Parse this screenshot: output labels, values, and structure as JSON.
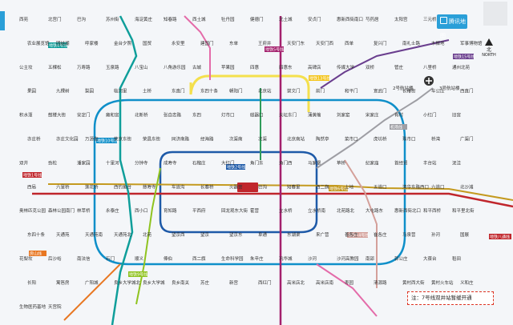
{
  "legend_button": {
    "label": "腾讯地图",
    "icon": "map-icon"
  },
  "north": {
    "label": "北",
    "sub": "NORTH",
    "icon": "compass-arrow-icon"
  },
  "note": "注：7号线双井站暂缓开通",
  "airport": {
    "icon": "airplane-icon",
    "terminals": [
      "2号航站楼",
      "3号航站楼"
    ]
  },
  "line_tags": [
    {
      "text": "地铁13号线",
      "color": "#f4c51c"
    },
    {
      "text": "地铁15号线",
      "color": "#6a3e8e"
    },
    {
      "text": "地铁5号线",
      "color": "#a3206d"
    },
    {
      "text": "地铁10号线",
      "color": "#0f8fc9"
    },
    {
      "text": "地铁1号线",
      "color": "#c0262c"
    },
    {
      "text": "地铁八通线",
      "color": "#c0262c"
    },
    {
      "text": "地铁4号线",
      "color": "#0f9e9a"
    },
    {
      "text": "地铁9号线",
      "color": "#8fc31f"
    },
    {
      "text": "地铁14号线",
      "color": "#d4a09a"
    },
    {
      "text": "地铁6号线",
      "color": "#c49a1f"
    },
    {
      "text": "地铁2号线",
      "color": "#1e5aa8"
    },
    {
      "text": "机场线",
      "color": "#9e9ea4"
    },
    {
      "text": "房山线",
      "color": "#e87722"
    }
  ],
  "stations": [
    "西苑",
    "北宫门",
    "巴沟",
    "苏州街",
    "海淀黄庄",
    "知春路",
    "西土城",
    "牡丹园",
    "健德门",
    "北土城",
    "安贞门",
    "惠新西街南口",
    "芍药居",
    "太阳宫",
    "三元桥",
    "亮马桥",
    "农业展览馆",
    "团结湖",
    "呼家楼",
    "金台夕照",
    "国贸",
    "永安里",
    "建国门",
    "东单",
    "王府井",
    "天安门东",
    "天安门西",
    "西单",
    "复兴门",
    "南礼士路",
    "木樨地",
    "军事博物馆",
    "公主坟",
    "五棵松",
    "万寿路",
    "玉泉路",
    "八宝山",
    "八角游乐园",
    "古城",
    "苹果园",
    "四惠",
    "四惠东",
    "高碑店",
    "传媒大学",
    "双桥",
    "管庄",
    "八里桥",
    "通州北苑",
    "果园",
    "九棵树",
    "梨园",
    "临河里",
    "土桥",
    "东直门",
    "东四十条",
    "朝阳门",
    "北京站",
    "崇文门",
    "前门",
    "和平门",
    "宣武门",
    "长椿街",
    "车公庄",
    "西直门",
    "积水潭",
    "鼓楼大街",
    "安定门",
    "雍和宫",
    "北新桥",
    "张自忠路",
    "东四",
    "灯市口",
    "磁器口",
    "天坛东门",
    "蒲黄榆",
    "刘家窑",
    "宋家庄",
    "肖村",
    "小红门",
    "旧宫",
    "亦庄桥",
    "亦庄文化园",
    "万源街",
    "荣京东街",
    "荣昌东街",
    "同济南路",
    "经海路",
    "次渠南",
    "次渠",
    "北京南站",
    "陶然亭",
    "菜市口",
    "虎坊桥",
    "珠市口",
    "桥湾",
    "广渠门",
    "双井",
    "劲松",
    "潘家园",
    "十里河",
    "分钟寺",
    "成寿寺",
    "石榴庄",
    "大红门",
    "角门东",
    "角门西",
    "马家堡",
    "草桥",
    "纪家庙",
    "首经贸",
    "丰台站",
    "泥洼",
    "西局",
    "六里桥",
    "莲花桥",
    "西钓鱼台",
    "慈寿寺",
    "车道沟",
    "长春桥",
    "火器营",
    "巴沟",
    "知春里",
    "西二旗",
    "上地",
    "五道口",
    "清华东路西口",
    "六道口",
    "北沙滩",
    "奥林匹克公园",
    "森林公园南门",
    "林萃桥",
    "永泰庄",
    "西小口",
    "育知路",
    "平西府",
    "回龙观东大街",
    "霍营",
    "立水桥",
    "立水桥南",
    "北苑路北",
    "大屯路东",
    "惠新西街北口",
    "和平西桥",
    "和平里北街",
    "东四十条",
    "天通苑",
    "天通苑南",
    "天通苑北",
    "北苑",
    "望京西",
    "望京",
    "望京东",
    "阜通",
    "东湖渠",
    "来广营",
    "善各庄",
    "崔各庄",
    "马泉营",
    "孙河",
    "国展",
    "花梨坎",
    "后沙峪",
    "南法信",
    "石门",
    "顺义",
    "俸伯",
    "西二旗",
    "生命科学园",
    "朱辛庄",
    "巩华城",
    "沙河",
    "沙河高教园",
    "南邵",
    "郭公庄",
    "大葆台",
    "稻田",
    "长阳",
    "篱笆房",
    "广阳城",
    "良乡大学城北",
    "良乡大学城",
    "良乡南关",
    "苏庄",
    "新宫",
    "西红门",
    "高米店北",
    "高米店南",
    "枣园",
    "清源路",
    "黄村西大街",
    "黄村火车站",
    "义和庄",
    "生物医药基地",
    "天宫院"
  ]
}
